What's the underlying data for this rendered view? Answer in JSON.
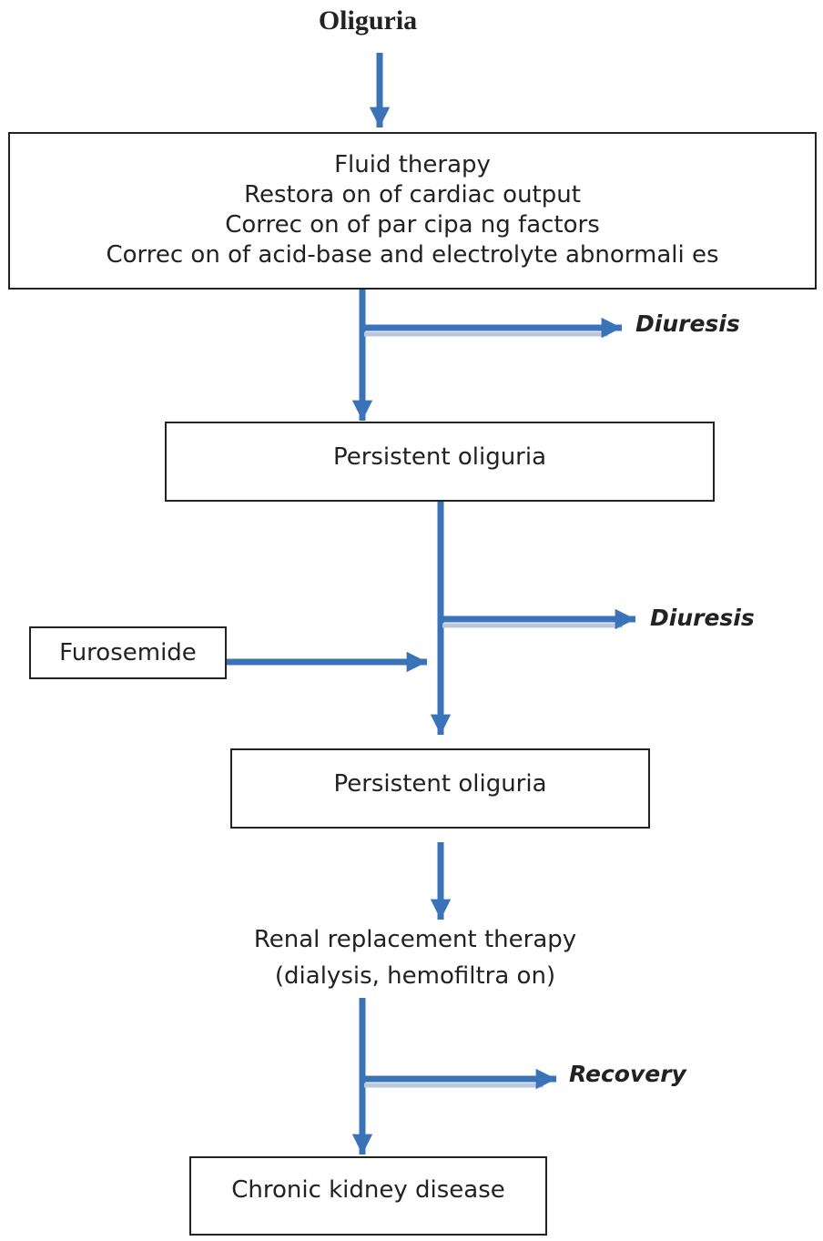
{
  "title": "Oliguria",
  "box1": {
    "lines": [
      "Fluid therapy",
      "Restora  on of cardiac output",
      "Correc  on of par  cipa  ng factors",
      "Correc  on of acid-base and electrolyte abnormali  es"
    ]
  },
  "outcome1": "Diuresis",
  "box2": "Persistent oliguria",
  "outcome2": "Diuresis",
  "furosemide": "Furosemide",
  "box3": "Persistent oliguria",
  "rrt": {
    "lines": [
      "Renal replacement therapy",
      "(dialysis, hemofiltra  on)"
    ]
  },
  "outcome3": "Recovery",
  "box4": "Chronic kidney disease",
  "colors": {
    "arrow": "#3b73b9",
    "arrow_shadow": "#b9c7de",
    "border": "#222222"
  }
}
